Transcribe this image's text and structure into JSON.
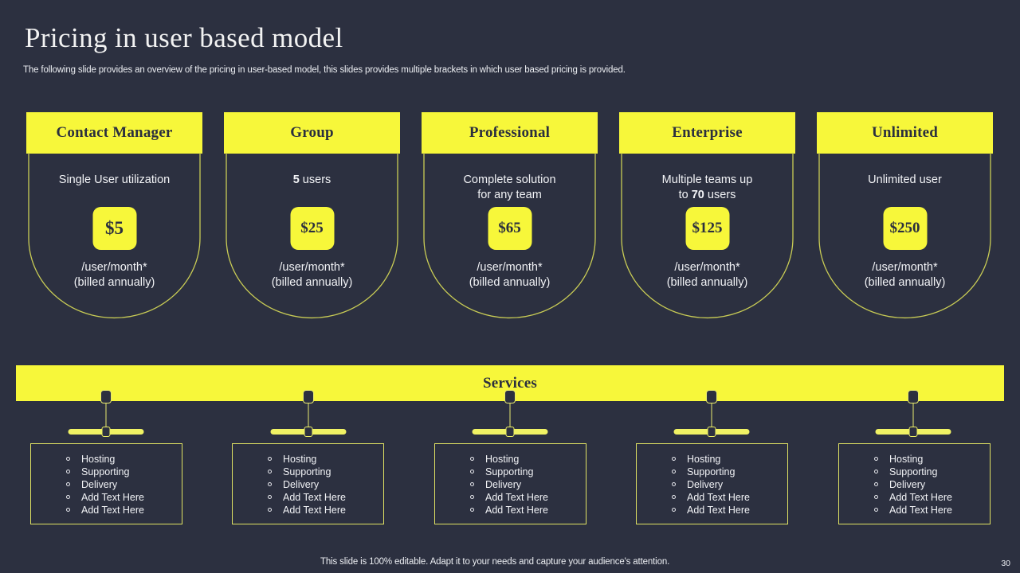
{
  "slide": {
    "title": "Pricing in user based model",
    "subtitle": "The following slide provides an overview of the pricing in user-based model, this slides provides multiple brackets in which user based pricing is provided.",
    "background_color": "#2c3040",
    "accent_color": "#f7f73a",
    "text_color": "#f2f3f6",
    "footer_note": "This slide is 100% editable. Adapt it to your needs and capture your audience's attention.",
    "page_number": "30"
  },
  "plans": [
    {
      "name": "Contact Manager",
      "description_plain": "Single User utilization",
      "description_prefix": "",
      "description_bold": "",
      "description_suffix": "Single User utilization",
      "price": "$5",
      "note": "/user/month*\n(billed annually)",
      "note_line1": "/user/month*",
      "note_line2": "(billed annually)"
    },
    {
      "name": "Group",
      "description_plain": "5 users",
      "description_prefix": "",
      "description_bold": "5",
      "description_suffix": " users",
      "price": "$25",
      "note": "/user/month*\n(billed annually)",
      "note_line1": "/user/month*",
      "note_line2": "(billed annually)"
    },
    {
      "name": "Professional",
      "description_plain": "Complete solution for any team",
      "description_prefix": "Complete solution\nfor any team",
      "description_bold": "",
      "description_suffix": "",
      "price": "$65",
      "note": "/user/month*\n(billed annually)",
      "note_line1": "/user/month*",
      "note_line2": "(billed annually)"
    },
    {
      "name": "Enterprise",
      "description_plain": "Multiple teams up to 70 users",
      "description_prefix": "Multiple teams up\nto ",
      "description_bold": "70",
      "description_suffix": " users",
      "price": "$125",
      "note": "/user/month*\n(billed annually)",
      "note_line1": "/user/month*",
      "note_line2": "(billed annually)"
    },
    {
      "name": "Unlimited",
      "description_plain": "Unlimited user",
      "description_prefix": "",
      "description_bold": "",
      "description_suffix": "Unlimited user",
      "price": "$250",
      "note": "/user/month*\n(billed annually)",
      "note_line1": "/user/month*",
      "note_line2": "(billed annually)"
    }
  ],
  "services": {
    "bar_label": "Services",
    "columns": [
      {
        "items": [
          "Hosting",
          "Supporting",
          "Delivery",
          "Add Text Here",
          "Add Text Here"
        ]
      },
      {
        "items": [
          "Hosting",
          "Supporting",
          "Delivery",
          "Add Text Here",
          "Add Text Here"
        ]
      },
      {
        "items": [
          "Hosting",
          "Supporting",
          "Delivery",
          "Add Text Here",
          "Add Text Here"
        ]
      },
      {
        "items": [
          "Hosting",
          "Supporting",
          "Delivery",
          "Add Text Here",
          "Add Text Here"
        ]
      },
      {
        "items": [
          "Hosting",
          "Supporting",
          "Delivery",
          "Add Text Here",
          "Add Text Here"
        ]
      }
    ]
  }
}
